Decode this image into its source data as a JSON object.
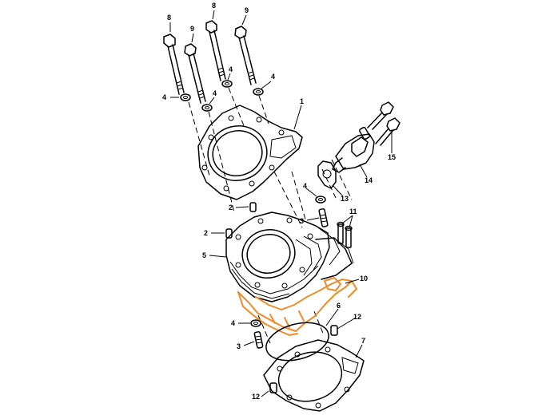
{
  "colors": {
    "line": "#000000",
    "highlight": "#f08c28",
    "background": "#ffffff"
  },
  "callouts": [
    {
      "id": "c8a",
      "label": "8"
    },
    {
      "id": "c8b",
      "label": "8"
    },
    {
      "id": "c9a",
      "label": "9"
    },
    {
      "id": "c9b",
      "label": "9"
    },
    {
      "id": "c4a",
      "label": "4"
    },
    {
      "id": "c4b",
      "label": "4"
    },
    {
      "id": "c4c",
      "label": "4"
    },
    {
      "id": "c4d",
      "label": "4"
    },
    {
      "id": "c1",
      "label": "1"
    },
    {
      "id": "c2a",
      "label": "2"
    },
    {
      "id": "c2b",
      "label": "2"
    },
    {
      "id": "c5",
      "label": "5"
    },
    {
      "id": "c4e",
      "label": "4"
    },
    {
      "id": "c3a",
      "label": "3"
    },
    {
      "id": "c11",
      "label": "11"
    },
    {
      "id": "c13",
      "label": "13"
    },
    {
      "id": "c14",
      "label": "14"
    },
    {
      "id": "c15",
      "label": "15"
    },
    {
      "id": "c10",
      "label": "10"
    },
    {
      "id": "c6",
      "label": "6"
    },
    {
      "id": "c12a",
      "label": "12"
    },
    {
      "id": "c4f",
      "label": "4"
    },
    {
      "id": "c3b",
      "label": "3"
    },
    {
      "id": "c7",
      "label": "7"
    },
    {
      "id": "c12b",
      "label": "12"
    }
  ]
}
